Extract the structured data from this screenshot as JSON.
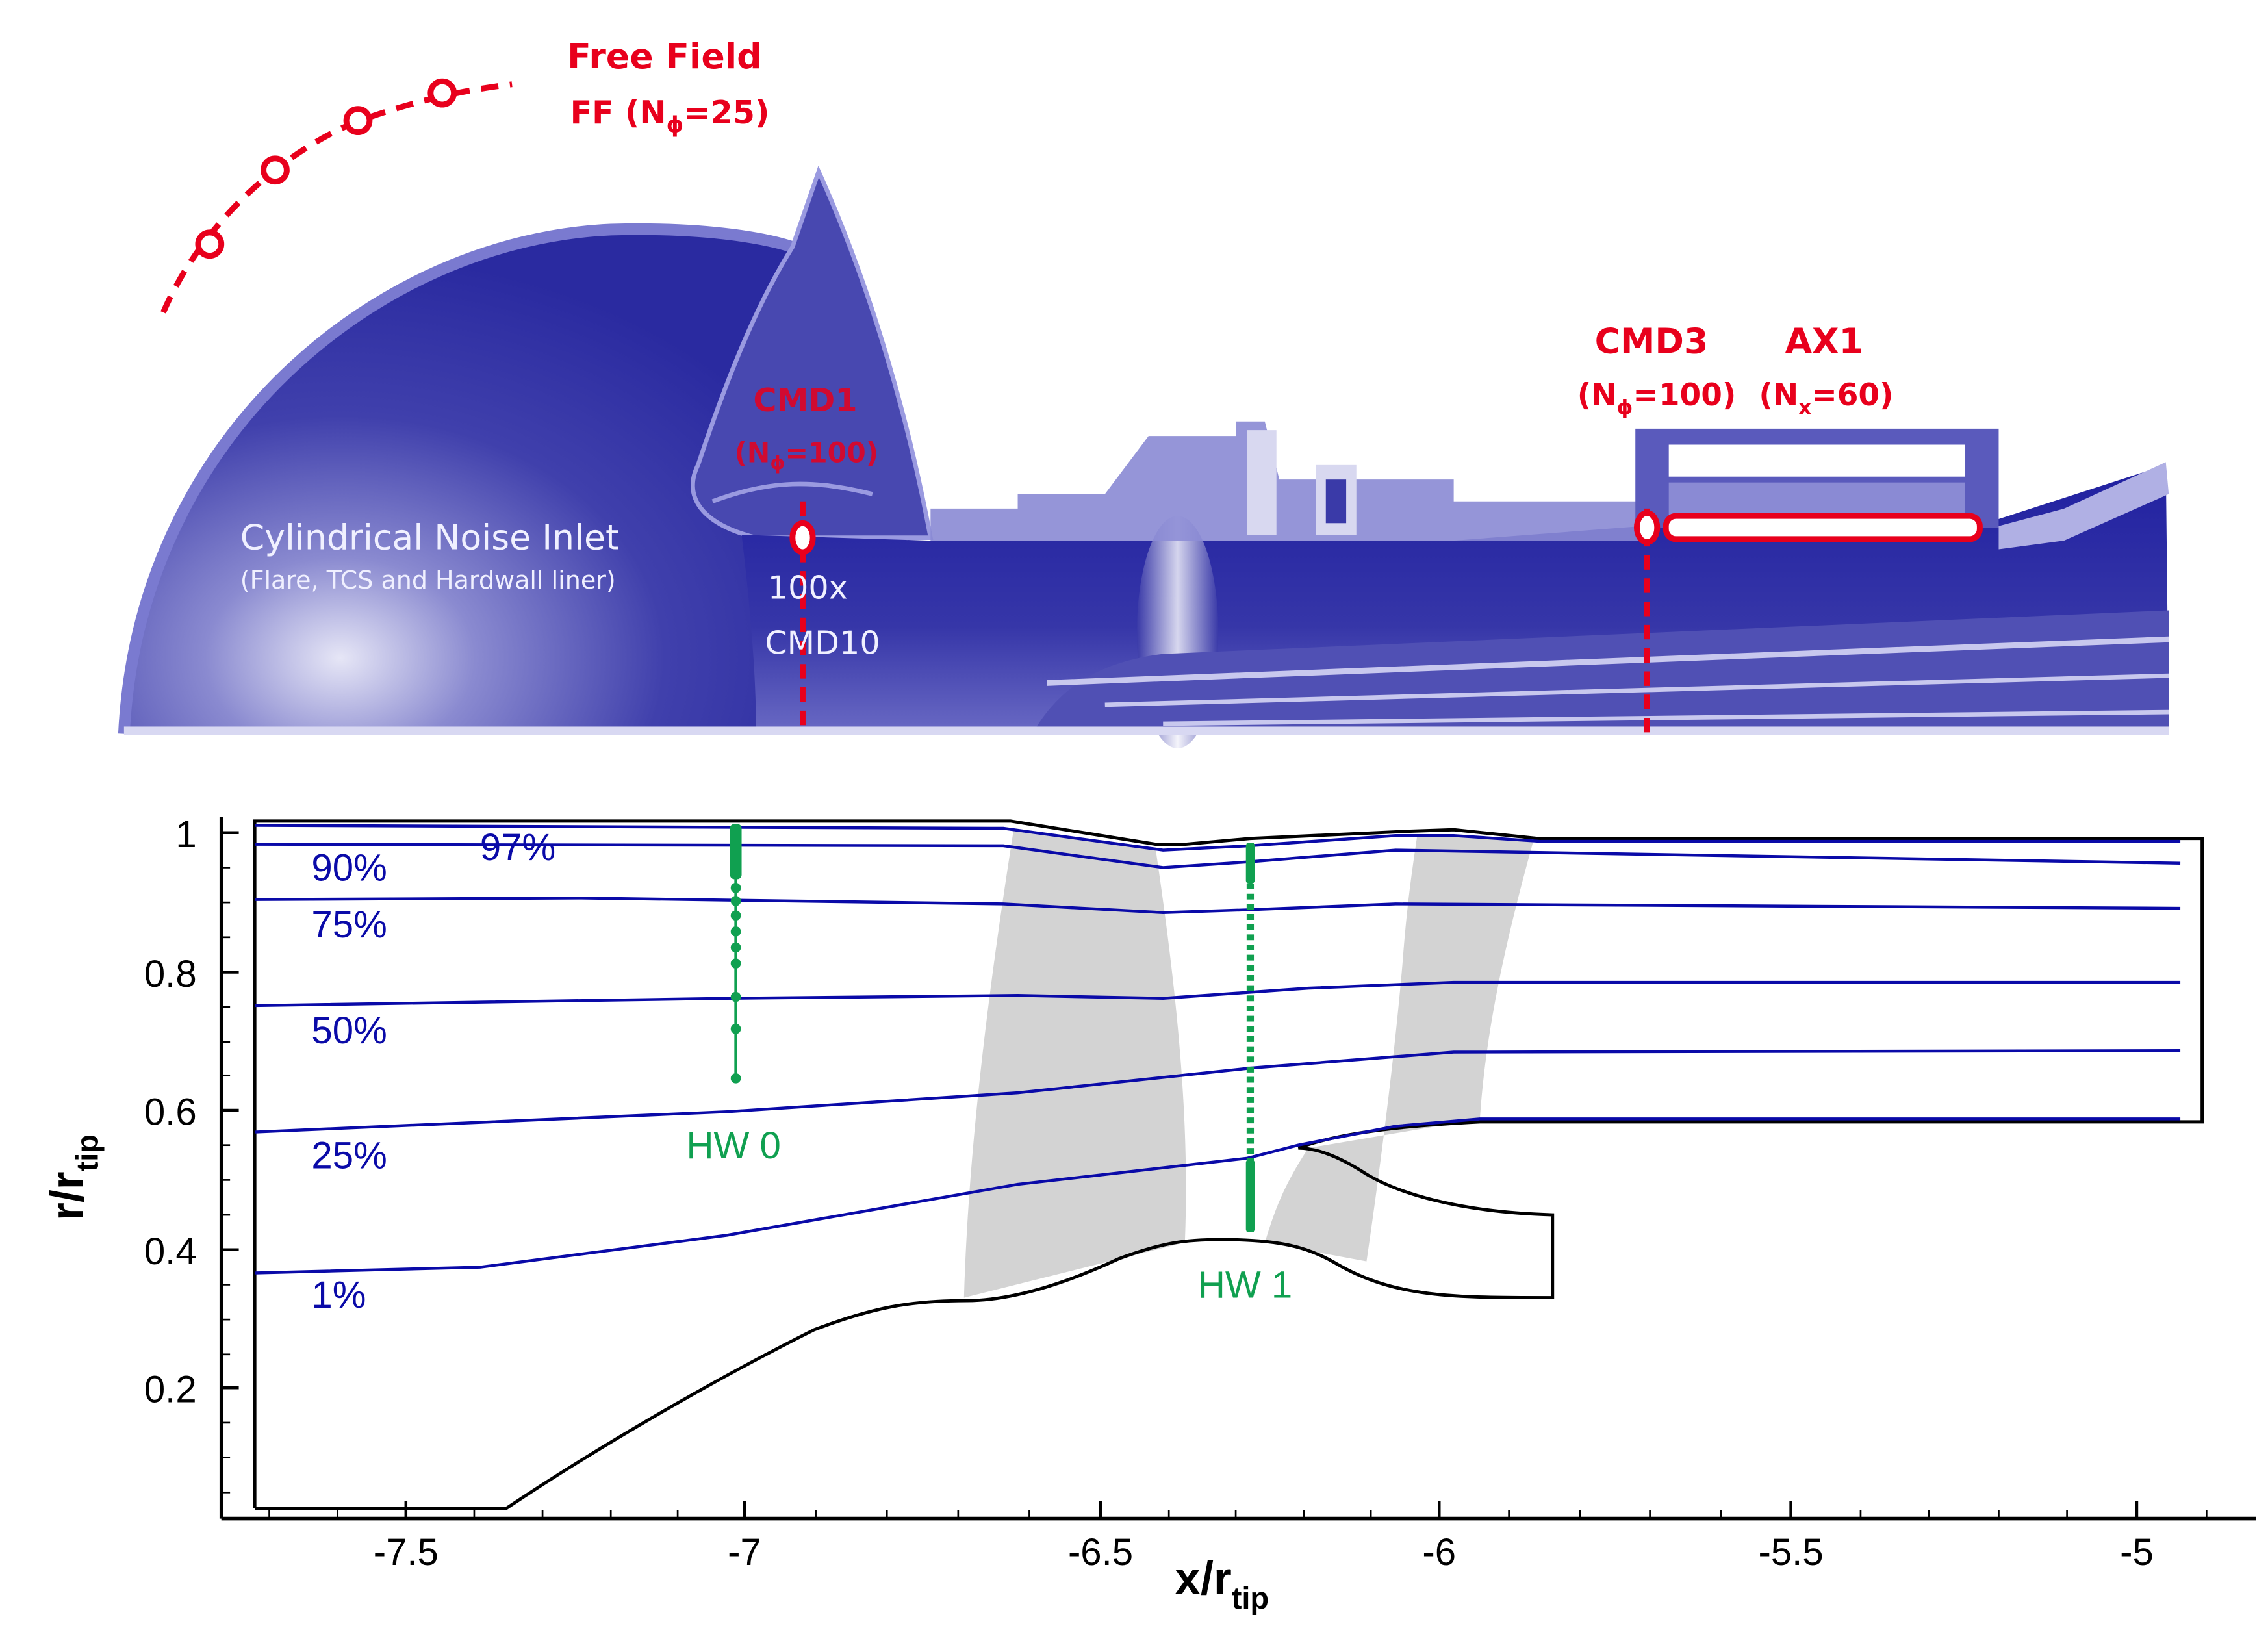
{
  "top_figure": {
    "free_field": {
      "title": "Free Field",
      "subtitle_prefix": "FF (N",
      "subtitle_sub": "ϕ",
      "subtitle_suffix": "=25)"
    },
    "cmd1": {
      "title": "CMD1",
      "subtitle_prefix": "(N",
      "subtitle_sub": "ϕ",
      "subtitle_suffix": "=100)"
    },
    "cmd3": {
      "title": "CMD3",
      "subtitle_prefix": "(N",
      "subtitle_sub": "ϕ",
      "subtitle_suffix": "=100)"
    },
    "ax1": {
      "title": "AX1",
      "subtitle_prefix": "(N",
      "subtitle_sub": "x",
      "subtitle_suffix": "=60)"
    },
    "inlet_label": {
      "line1": "Cylindrical Noise Inlet",
      "line2": "(Flare, TCS and Hardwall liner)"
    },
    "cmd10_label": {
      "line1": "100x",
      "line2": "CMD10"
    },
    "colors": {
      "engine_blue": "#2a2aa0",
      "marker_red": "#e8001c"
    }
  },
  "chart_data": {
    "type": "line",
    "title": "",
    "xlabel": "x/r_tip",
    "ylabel": "r/r_tip",
    "xlabel_main": "x/r",
    "xlabel_sub": "tip",
    "ylabel_main": "r/r",
    "ylabel_sub": "tip",
    "xlim": [
      -7.72,
      -4.85
    ],
    "ylim": [
      0.02,
      1.04
    ],
    "x_ticks": [
      -7.5,
      -7,
      -6.5,
      -6,
      -5.5,
      -5
    ],
    "x_tick_labels": [
      "-7.5",
      "-7",
      "-6.5",
      "-6",
      "-5.5",
      "-5"
    ],
    "y_ticks": [
      0.2,
      0.4,
      0.6,
      0.8,
      1
    ],
    "y_tick_labels": [
      "0.2",
      "0.4",
      "0.6",
      "0.8",
      "1"
    ],
    "grid": false,
    "series": [
      {
        "name": "97%",
        "x": [
          -7.72,
          -6.6,
          -6.35,
          -6.05,
          -5.85,
          -4.93
        ],
        "y": [
          1.005,
          1.0,
          0.975,
          0.985,
          0.985,
          0.985
        ]
      },
      {
        "name": "90%",
        "x": [
          -7.72,
          -6.6,
          -6.35,
          -6.05,
          -5.85,
          -4.93
        ],
        "y": [
          0.985,
          0.98,
          0.955,
          0.965,
          0.955,
          0.955
        ]
      },
      {
        "name": "75%",
        "x": [
          -7.72,
          -7.0,
          -6.6,
          -6.35,
          -6.05,
          -5.85,
          -4.93
        ],
        "y": [
          0.905,
          0.908,
          0.9,
          0.885,
          0.895,
          0.89,
          0.89
        ]
      },
      {
        "name": "50%",
        "x": [
          -7.72,
          -7.0,
          -6.6,
          -6.35,
          -6.05,
          -5.85,
          -4.93
        ],
        "y": [
          0.75,
          0.76,
          0.77,
          0.765,
          0.78,
          0.79,
          0.79
        ]
      },
      {
        "name": "25%",
        "x": [
          -7.72,
          -7.0,
          -6.6,
          -6.28,
          -6.05,
          -5.85,
          -4.93
        ],
        "y": [
          0.568,
          0.59,
          0.62,
          0.645,
          0.67,
          0.685,
          0.685
        ]
      },
      {
        "name": "1%",
        "x": [
          -7.72,
          -7.4,
          -7.0,
          -6.6,
          -6.28,
          -6.2,
          -6.05,
          -5.95,
          -4.93
        ],
        "y": [
          0.368,
          0.375,
          0.42,
          0.48,
          0.525,
          0.54,
          0.57,
          0.585,
          0.59
        ]
      }
    ],
    "annotations": [
      {
        "text": "97%",
        "x": -7.27,
        "y": 0.985
      },
      {
        "text": "90%",
        "x": -7.6,
        "y": 0.955
      },
      {
        "text": "75%",
        "x": -7.6,
        "y": 0.87
      },
      {
        "text": "50%",
        "x": -7.6,
        "y": 0.715
      },
      {
        "text": "25%",
        "x": -7.6,
        "y": 0.535
      },
      {
        "text": "1%",
        "x": -7.6,
        "y": 0.335
      },
      {
        "text": "HW 0",
        "x": -7.0,
        "y": 0.535
      },
      {
        "text": "HW 1",
        "x": -6.26,
        "y": 0.33
      }
    ],
    "probe_rakes": [
      {
        "name": "HW 0",
        "x": -7.02,
        "r_min": 0.64,
        "r_max": 1.0,
        "points": 18
      },
      {
        "name": "HW 1",
        "x": -6.28,
        "r_min": 0.42,
        "r_max": 0.98,
        "points": 40
      }
    ],
    "colors": {
      "streamline": "#0a0aa8",
      "probe": "#10a050",
      "blade": "#d3d3d3",
      "wall": "#000000"
    }
  }
}
